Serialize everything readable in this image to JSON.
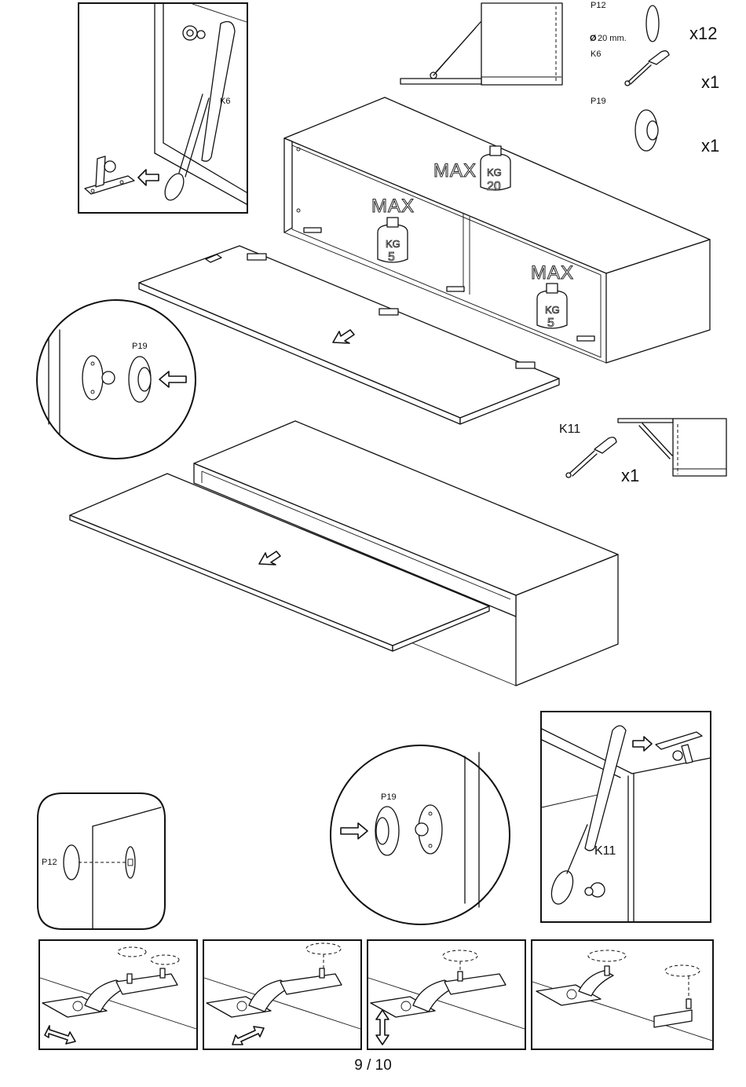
{
  "parts": {
    "p12": {
      "code": "P12",
      "size": "20 mm.",
      "quantity": "x12"
    },
    "k6": {
      "code": "K6",
      "quantity": "x1"
    },
    "p19": {
      "code": "P19",
      "quantity": "x1"
    },
    "k11": {
      "code": "K11",
      "quantity": "x1"
    }
  },
  "load_limits": {
    "max_label": "MAX",
    "unit": "KG",
    "top_shelf": "20",
    "left_compartment": "5",
    "right_compartment": "5"
  },
  "detail_labels": {
    "k6_callout": "K6",
    "p19_left_callout": "P19",
    "p19_right_callout": "P19",
    "p12_callout": "P12",
    "k11_callout": "K11"
  },
  "page_number": "9 / 10"
}
